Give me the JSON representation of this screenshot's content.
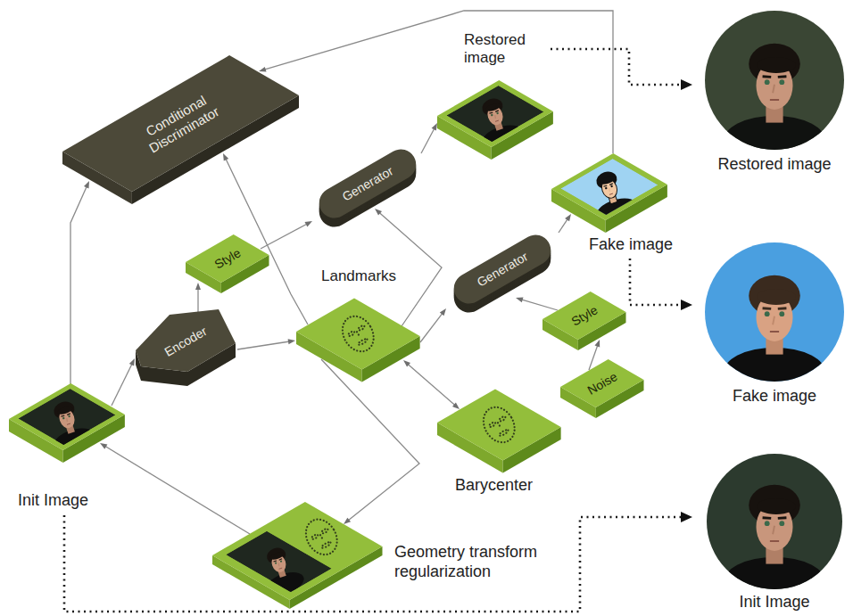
{
  "diagram": {
    "nodes": [
      {
        "text": [
          "Conditional Discriminator"
        ]
      },
      {
        "text": [
          "Generator"
        ]
      },
      {
        "text": [
          "Style"
        ]
      },
      {
        "text": [
          "Landmarks"
        ]
      },
      {
        "text": [
          "Generator"
        ]
      },
      {
        "text": [
          "Restored image"
        ]
      },
      {
        "text": [
          "Style"
        ]
      },
      {
        "text": [
          "Noise"
        ]
      },
      {
        "text": [
          "Fake image"
        ]
      },
      {
        "text": [
          "Encoder"
        ]
      },
      {
        "text": [
          "Init Image"
        ]
      },
      {
        "text": [
          "Barycenter"
        ]
      },
      {
        "text": [
          "Geometry transform regularization"
        ]
      },
      {
        "text": [
          "Restored image"
        ]
      },
      {
        "text": [
          "Fake image"
        ]
      },
      {
        "text": [
          "Init Image"
        ]
      }
    ],
    "edges": [
      {
        "from": 10,
        "to": 9,
        "arrow": "to"
      },
      {
        "from": 10,
        "to": 0,
        "arrow": "to"
      },
      {
        "from": 9,
        "to": 2,
        "arrow": "to"
      },
      {
        "from": 9,
        "to": 3,
        "arrow": "to"
      },
      {
        "from": 2,
        "to": 1,
        "arrow": "to"
      },
      {
        "from": 3,
        "to": 1,
        "arrow": "to"
      },
      {
        "from": 3,
        "to": 0,
        "arrow": "to"
      },
      {
        "from": 1,
        "to": 5,
        "arrow": "to"
      },
      {
        "from": 3,
        "to": 4,
        "arrow": "to"
      },
      {
        "from": 7,
        "to": 6,
        "arrow": "to"
      },
      {
        "from": 6,
        "to": 4,
        "arrow": "to"
      },
      {
        "from": 4,
        "to": 8,
        "arrow": "to"
      },
      {
        "from": 8,
        "to": 0,
        "arrow": "to"
      },
      {
        "from": 3,
        "to": 11,
        "arrow": "both"
      },
      {
        "from": 3,
        "to": 12,
        "arrow": "to"
      },
      {
        "from": 12,
        "to": 10,
        "arrow": "to"
      },
      {
        "from": 5,
        "to": 13,
        "arrow": "to"
      },
      {
        "from": 8,
        "to": 14,
        "arrow": "to"
      },
      {
        "from": 10,
        "to": 15,
        "arrow": "to"
      }
    ]
  }
}
